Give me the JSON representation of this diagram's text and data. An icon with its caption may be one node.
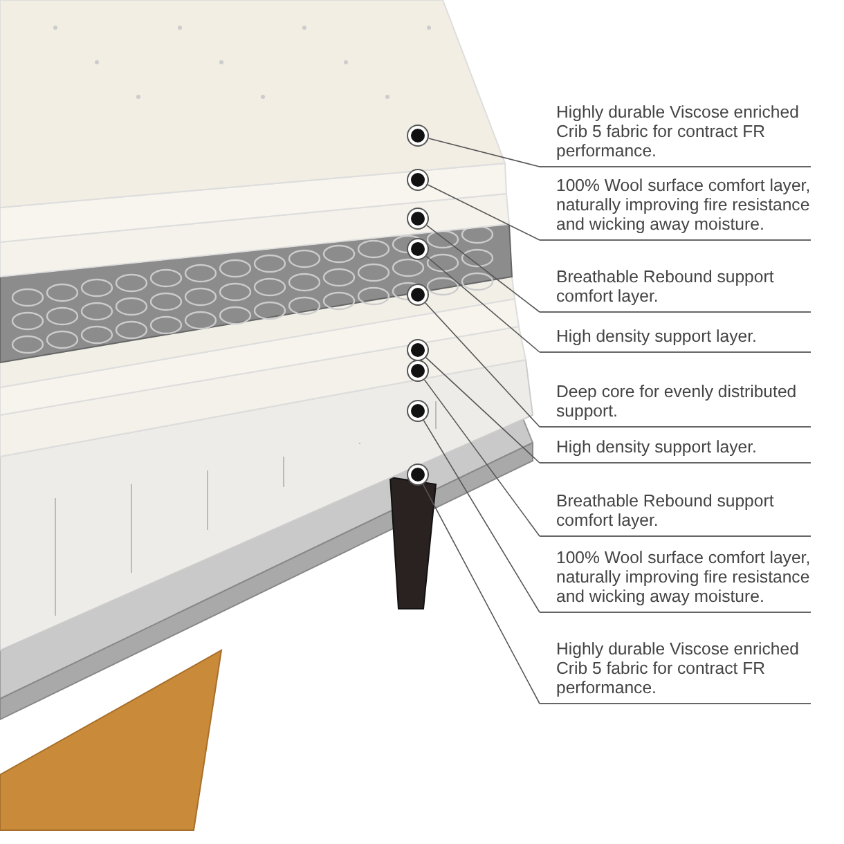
{
  "diagram": {
    "nodes": [
      {
        "text": [
          "Highly durable Viscose enriched Crib 5 fabric for contract FR performance."
        ]
      },
      {
        "text": [
          "100% Wool surface comfort layer, naturally improving fire resistance and wicking away moisture."
        ]
      },
      {
        "text": [
          "Breathable Rebound support comfort layer."
        ]
      },
      {
        "text": [
          "High density support layer."
        ]
      },
      {
        "text": [
          "Deep core for evenly distributed support."
        ]
      },
      {
        "text": [
          "High density support layer."
        ]
      },
      {
        "text": [
          "Breathable Rebound support comfort layer."
        ]
      },
      {
        "text": [
          "100% Wool surface comfort layer, naturally improving fire resistance and wicking away moisture."
        ]
      },
      {
        "text": [
          "Highly durable Viscose enriched Crib 5 fabric for contract FR performance."
        ]
      },
      {
        "text": [],
        "shape": "circle"
      },
      {
        "text": [],
        "shape": "circle"
      },
      {
        "text": [],
        "shape": "circle"
      },
      {
        "text": [],
        "shape": "circle"
      },
      {
        "text": [],
        "shape": "circle"
      },
      {
        "text": [],
        "shape": "circle"
      },
      {
        "text": [],
        "shape": "circle"
      },
      {
        "text": [],
        "shape": "circle"
      },
      {
        "text": [],
        "shape": "circle"
      }
    ],
    "edges": [
      {
        "from": 0,
        "to": 9,
        "arrow": "none"
      },
      {
        "from": 1,
        "to": 10,
        "arrow": "none"
      },
      {
        "from": 2,
        "to": 11,
        "arrow": "none"
      },
      {
        "from": 3,
        "to": 12,
        "arrow": "none"
      },
      {
        "from": 4,
        "to": 13,
        "arrow": "none"
      },
      {
        "from": 5,
        "to": 14,
        "arrow": "none"
      },
      {
        "from": 6,
        "to": 15,
        "arrow": "none"
      },
      {
        "from": 7,
        "to": 16,
        "arrow": "none"
      },
      {
        "from": 8,
        "to": 17,
        "arrow": "none"
      }
    ]
  }
}
